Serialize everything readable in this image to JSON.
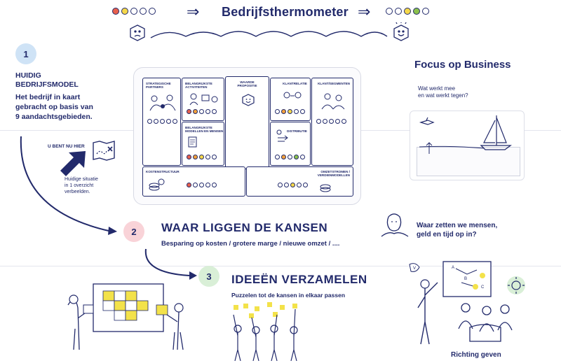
{
  "colors": {
    "navy": "#222a6b",
    "red": "#e8604c",
    "orange": "#f2a03a",
    "yellow": "#f5d84a",
    "green": "#8cc14c",
    "pink": "#f9d3d8",
    "lightblue": "#cfe3f6",
    "lightgreen": "#d9efd7",
    "sticky": "#f3e24a"
  },
  "header": {
    "title": "Bedrijfsthermometer",
    "before_dots": [
      "red",
      "yellow",
      "empty",
      "empty",
      "empty"
    ],
    "after_dots": [
      "empty",
      "empty",
      "yellow",
      "green",
      "empty"
    ],
    "arrow_left": "⇒",
    "arrow_right": "⇒"
  },
  "step1": {
    "number": "1",
    "title_line1": "HUIDIG",
    "title_line2": "BEDRIJFSMODEL",
    "text_line1": "Het bedrijf in kaart",
    "text_line2": "gebracht op basis van",
    "text_line3": "9 aandachtsgebieden.",
    "you_are_here": "U BENT NU HIER",
    "caption_line1": "Huidige situatie",
    "caption_line2": "in 1 overzicht",
    "caption_line3": "verbeelden."
  },
  "canvas": {
    "partners": {
      "title_line1": "STRATEGISCHE",
      "title_line2": "PARTNERS",
      "dots": [
        "empty",
        "empty",
        "empty",
        "empty",
        "empty"
      ]
    },
    "activities": {
      "title_line1": "BELANGRIJKSTE",
      "title_line2": "ACTIVITEITEN",
      "dots": [
        "red",
        "orange",
        "empty",
        "empty",
        "empty"
      ]
    },
    "proposition": {
      "title_line1": "WAARDE",
      "title_line2": "PROPOSITIE"
    },
    "relationship": {
      "title": "KLANTRELATIE",
      "dots": [
        "empty",
        "orange",
        "yellow",
        "empty",
        "empty"
      ]
    },
    "segments": {
      "title": "KLANT/SEGMENTEN",
      "dots": [
        "empty",
        "empty",
        "empty",
        "empty",
        "empty"
      ]
    },
    "resources": {
      "title_line1": "BELANGRIJKSTE",
      "title_line2": "MODELLEN EN MENSEN",
      "dots": [
        "red",
        "orange",
        "yellow",
        "empty",
        "empty"
      ]
    },
    "distribution": {
      "title": "DISTRIBUTIE",
      "dots": [
        "empty",
        "orange",
        "empty",
        "green",
        "empty"
      ]
    },
    "costs": {
      "title": "KOSTENSTRUCTUUR",
      "dots": [
        "red",
        "empty",
        "empty",
        "empty",
        "empty"
      ]
    },
    "revenue": {
      "title_line1": "OMZETSTROMEN /",
      "title_line2": "VERDIENMODELLEN",
      "dots": [
        "empty",
        "empty",
        "yellow",
        "empty",
        "empty"
      ]
    }
  },
  "focus": {
    "title": "Focus op Business",
    "q_line1": "Wat werkt mee",
    "q_line2": "en wat werkt tegen?"
  },
  "step2": {
    "number": "2",
    "title": "WAAR LIGGEN DE KANSEN",
    "subtitle": "Besparing op kosten / grotere marge / nieuwe omzet / ....",
    "q_line1": "Waar zetten we mensen,",
    "q_line2": "geld en tijd op in?"
  },
  "step3": {
    "number": "3",
    "title": "IDEEËN VERZAMELEN",
    "subtitle": "Puzzelen tot de kansen in elkaar passen"
  },
  "direction": {
    "label": "Richting geven",
    "board_a": "A",
    "board_b": "B",
    "board_c": "C",
    "speech": "V"
  }
}
